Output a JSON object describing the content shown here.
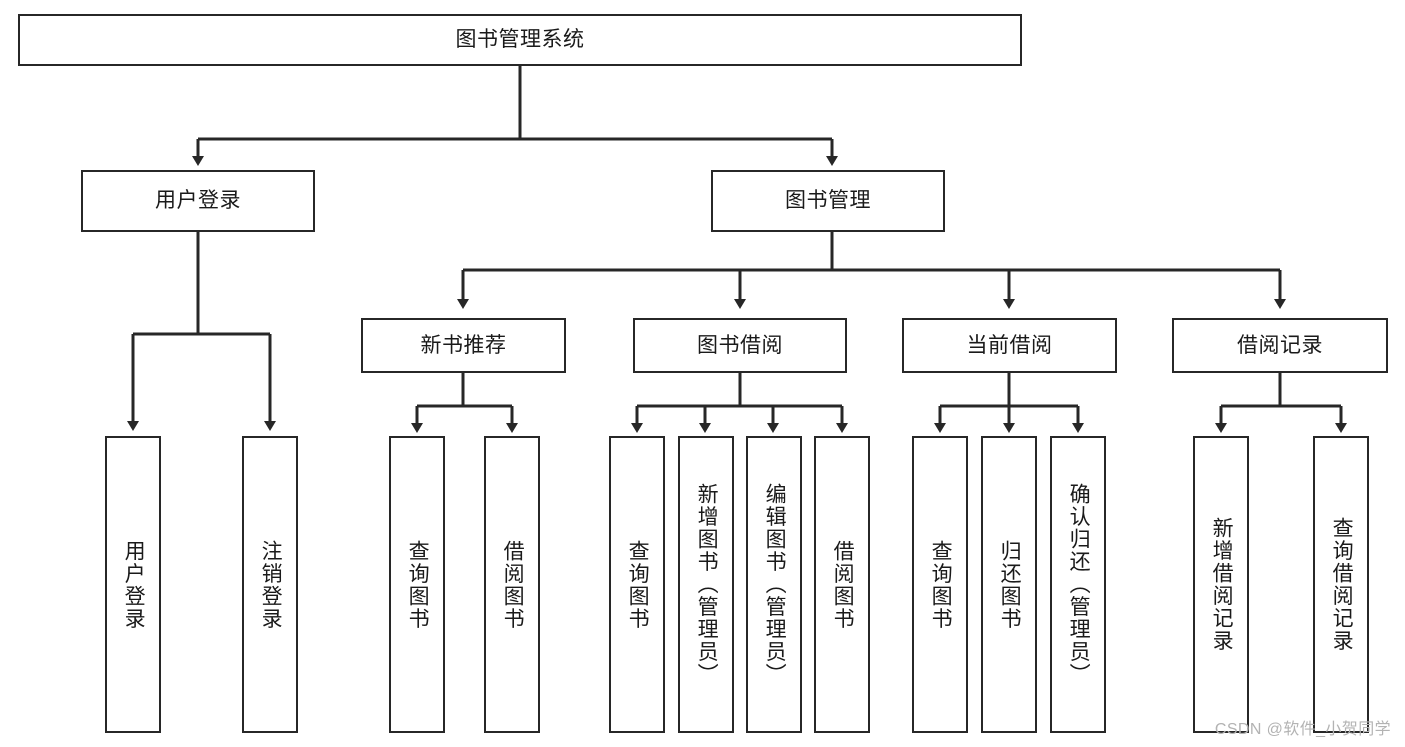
{
  "diagram": {
    "title": "图书管理系统",
    "type": "hierarchy-tree",
    "levels": 4,
    "root": {
      "id": "root",
      "label": "图书管理系统",
      "orientation": "horizontal"
    },
    "level2": [
      {
        "id": "user-login",
        "label": "用户登录",
        "orientation": "horizontal"
      },
      {
        "id": "book-management",
        "label": "图书管理",
        "orientation": "horizontal"
      }
    ],
    "level3": [
      {
        "id": "new-book-recommend",
        "label": "新书推荐",
        "orientation": "horizontal",
        "parent": "book-management"
      },
      {
        "id": "book-borrow",
        "label": "图书借阅",
        "orientation": "horizontal",
        "parent": "book-management"
      },
      {
        "id": "current-borrow",
        "label": "当前借阅",
        "orientation": "horizontal",
        "parent": "book-management"
      },
      {
        "id": "borrow-record",
        "label": "借阅记录",
        "orientation": "horizontal",
        "parent": "book-management"
      }
    ],
    "leaves": [
      {
        "id": "leaf-user-login",
        "label": "用户登录",
        "parent": "user-login",
        "orientation": "vertical"
      },
      {
        "id": "leaf-logout-login",
        "label": "注销登录",
        "parent": "user-login",
        "orientation": "vertical"
      },
      {
        "id": "leaf-query-book-1",
        "label": "查询图书",
        "parent": "new-book-recommend",
        "orientation": "vertical"
      },
      {
        "id": "leaf-borrow-book-1",
        "label": "借阅图书",
        "parent": "new-book-recommend",
        "orientation": "vertical"
      },
      {
        "id": "leaf-query-book-2",
        "label": "查询图书",
        "parent": "book-borrow",
        "orientation": "vertical"
      },
      {
        "id": "leaf-add-book",
        "label": "新增图书（管理员）",
        "parent": "book-borrow",
        "orientation": "vertical"
      },
      {
        "id": "leaf-edit-book",
        "label": "编辑图书（管理员）",
        "parent": "book-borrow",
        "orientation": "vertical"
      },
      {
        "id": "leaf-borrow-book-2",
        "label": "借阅图书",
        "parent": "book-borrow",
        "orientation": "vertical"
      },
      {
        "id": "leaf-query-book-3",
        "label": "查询图书",
        "parent": "current-borrow",
        "orientation": "vertical"
      },
      {
        "id": "leaf-return-book",
        "label": "归还图书",
        "parent": "current-borrow",
        "orientation": "vertical"
      },
      {
        "id": "leaf-confirm-return",
        "label": "确认归还（管理员）",
        "parent": "current-borrow",
        "orientation": "vertical"
      },
      {
        "id": "leaf-add-record",
        "label": "新增借阅记录",
        "parent": "borrow-record",
        "orientation": "vertical"
      },
      {
        "id": "leaf-query-record",
        "label": "查询借阅记录",
        "parent": "borrow-record",
        "orientation": "vertical"
      }
    ],
    "colors": {
      "stroke": "#272727",
      "fill": "#ffffff",
      "text": "#1a1a1a",
      "watermark": "#b3b3b3"
    }
  },
  "watermark": {
    "text": "CSDN @软件_小贺同学"
  }
}
